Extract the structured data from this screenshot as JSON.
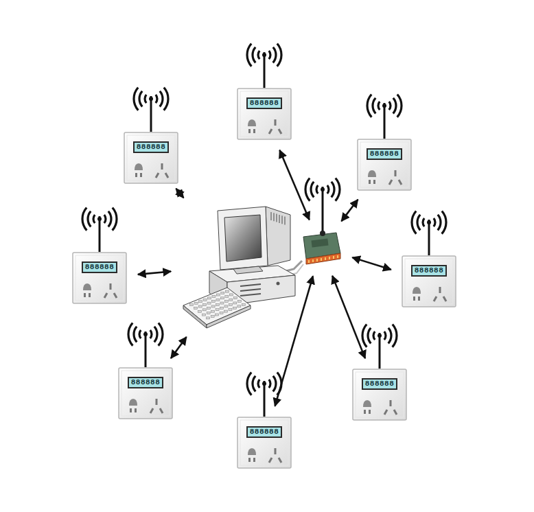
{
  "diagram": {
    "nodes": [
      {
        "text": [
          "888888"
        ]
      },
      {
        "text": [
          "888888"
        ]
      },
      {
        "text": [
          "888888"
        ]
      },
      {
        "text": []
      },
      {
        "text": []
      },
      {
        "text": [
          "888888"
        ]
      },
      {
        "text": [
          "888888"
        ]
      },
      {
        "text": [
          "888888"
        ]
      },
      {
        "text": [
          "888888"
        ]
      },
      {
        "text": [
          "888888"
        ]
      }
    ],
    "edges": [
      {
        "from": 0,
        "to": 4,
        "arrow": "both"
      },
      {
        "from": 1,
        "to": 3,
        "arrow": "both"
      },
      {
        "from": 2,
        "to": 4,
        "arrow": "both"
      },
      {
        "from": 5,
        "to": 3,
        "arrow": "both"
      },
      {
        "from": 6,
        "to": 4,
        "arrow": "both"
      },
      {
        "from": 7,
        "to": 3,
        "arrow": "both"
      },
      {
        "from": 8,
        "to": 4,
        "arrow": "both"
      },
      {
        "from": 9,
        "to": 4,
        "arrow": "both"
      }
    ]
  }
}
